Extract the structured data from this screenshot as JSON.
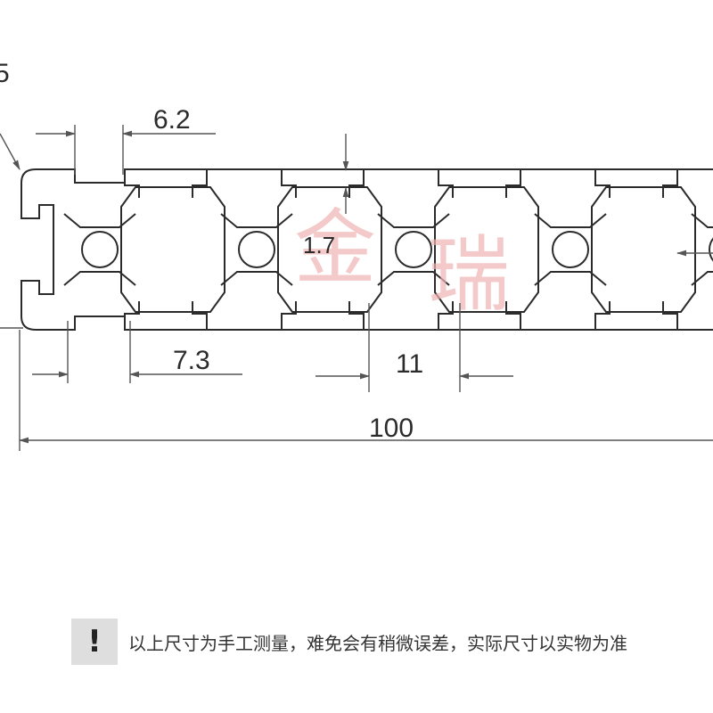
{
  "dimensions": {
    "corner_radius_partial": "5",
    "slot_width": "6.2",
    "wall_thickness": "1.7",
    "slot_depth": "7.3",
    "slot_span": "11",
    "overall_length": "100"
  },
  "watermark": {
    "char1": "金",
    "char2": "瑞"
  },
  "note": {
    "icon": "exclamation-icon",
    "badge": "!",
    "text": "以上尺寸为手工测量，难免会有稍微误差，实际尺寸以实物为准"
  },
  "colors": {
    "line": "#2b2b2b",
    "watermark": "#f0b3b3",
    "badge_bg": "#dedede"
  }
}
